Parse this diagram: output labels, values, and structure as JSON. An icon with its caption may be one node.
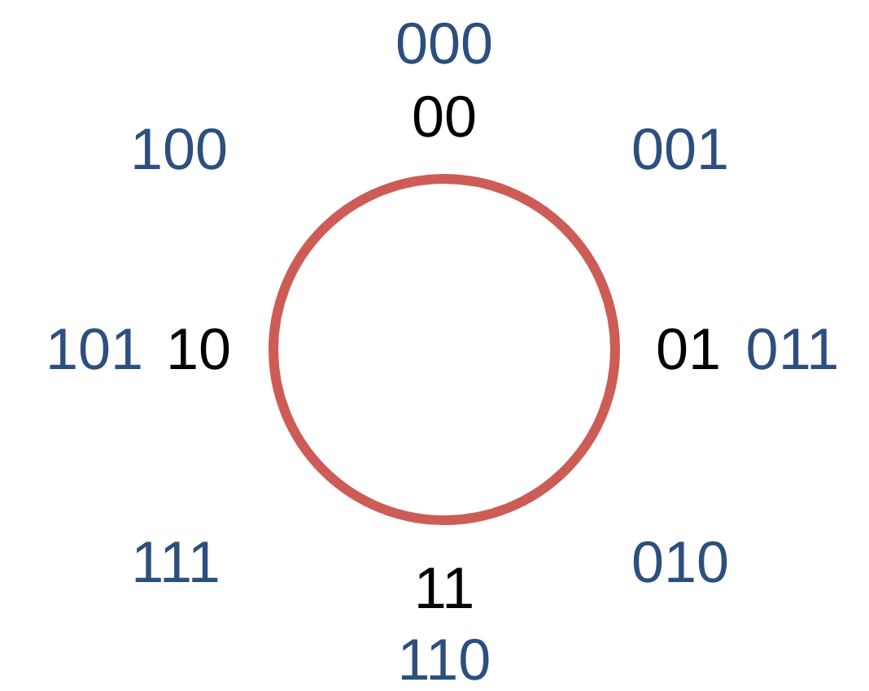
{
  "diagram": {
    "nodes": [
      {
        "text": [],
        "shape": "circle"
      }
    ],
    "labels": [
      "000",
      "00",
      "100",
      "001",
      "101",
      "10",
      "01",
      "011",
      "111",
      "010",
      "11",
      "110"
    ]
  }
}
